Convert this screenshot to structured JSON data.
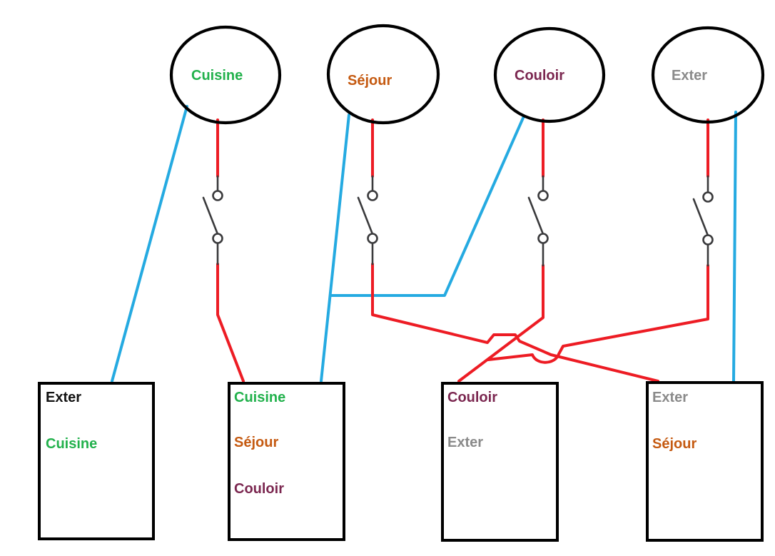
{
  "diagram_title": "",
  "colors": {
    "live": "#ed1c24",
    "neutral": "#25aae1",
    "switch": "#3a3a3c",
    "outline": "#000000",
    "green": "#22b14c",
    "orange": "#c55a11",
    "purple": "#7b2750",
    "gray": "#8a8a8a",
    "black": "#111111"
  },
  "lamps": [
    {
      "label": "Cuisine",
      "color": "#22b14c"
    },
    {
      "label": "Séjour",
      "color": "#c55a11"
    },
    {
      "label": "Couloir",
      "color": "#7b2750"
    },
    {
      "label": "Exter",
      "color": "#8a8a8a"
    }
  ],
  "switches": [
    {
      "name": "switch-cuisine",
      "state": "open"
    },
    {
      "name": "switch-sejour",
      "state": "open"
    },
    {
      "name": "switch-couloir",
      "state": "open"
    },
    {
      "name": "switch-exter",
      "state": "open"
    }
  ],
  "boxes": [
    {
      "labels": [
        {
          "text": "Exter",
          "color": "#111111"
        },
        {
          "text": "Cuisine",
          "color": "#22b14c"
        }
      ]
    },
    {
      "labels": [
        {
          "text": "Cuisine",
          "color": "#22b14c"
        },
        {
          "text": "Séjour",
          "color": "#c55a11"
        },
        {
          "text": "Couloir",
          "color": "#7b2750"
        }
      ]
    },
    {
      "labels": [
        {
          "text": "Couloir",
          "color": "#7b2750"
        },
        {
          "text": "Exter",
          "color": "#8a8a8a"
        }
      ]
    },
    {
      "labels": [
        {
          "text": "Exter",
          "color": "#8a8a8a"
        },
        {
          "text": "Séjour",
          "color": "#c55a11"
        }
      ]
    }
  ]
}
